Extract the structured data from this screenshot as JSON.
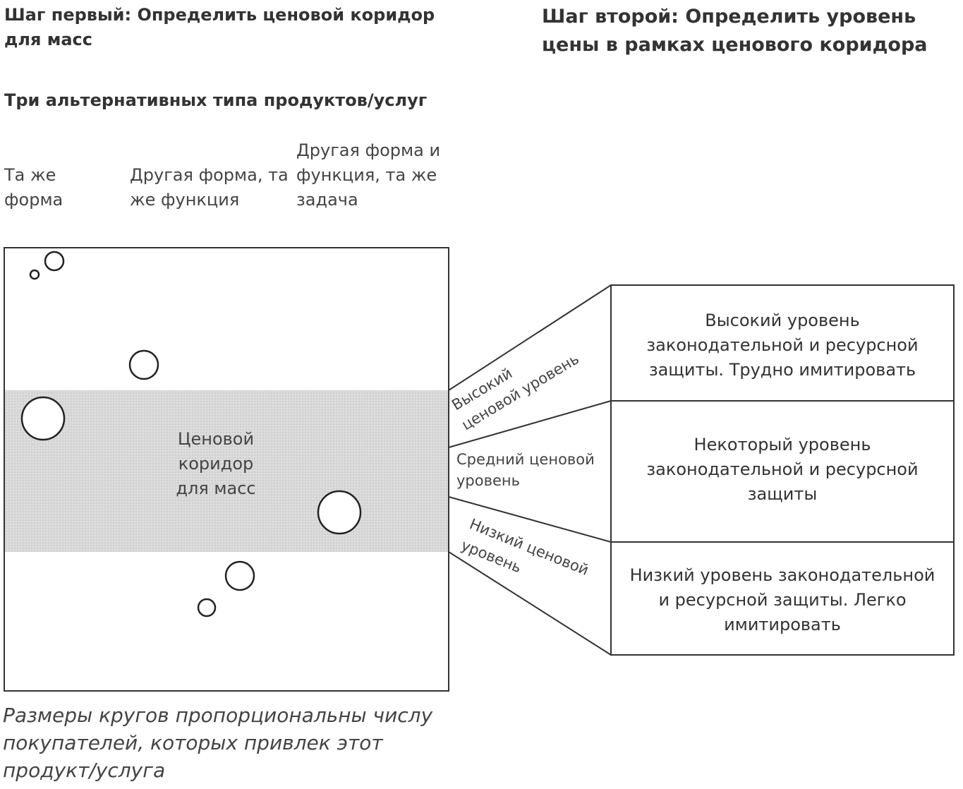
{
  "step1": {
    "title": "Шаг первый: Определить ценовой коридор для масс"
  },
  "step2": {
    "title": "Шаг второй: Определить уровень цены в рамках ценового коридора"
  },
  "subtitle": "Три альтернативных типа продуктов/услуг",
  "columns": [
    {
      "label": "Та же форма"
    },
    {
      "label": "Другая форма, та же функция"
    },
    {
      "label": "Другая форма и функция, та же задача"
    }
  ],
  "corridor": {
    "lines": [
      "Ценовой",
      "коридор",
      "для масс"
    ]
  },
  "levels": {
    "high": [
      "Высокий",
      "ценовой уровень"
    ],
    "mid": [
      "Средний ценовой",
      "уровень"
    ],
    "low": [
      "Низкий ценовой",
      "уровень"
    ]
  },
  "boxes": {
    "high": [
      "Высокий уровень",
      "законодательной и ресурсной",
      "защиты. Трудно имитировать"
    ],
    "mid": [
      "Некоторый уровень",
      "законодательной и ресурсной",
      "защиты"
    ],
    "low": [
      "Низкий уровень законодательной",
      "и ресурсной защиты. Легко",
      "имитировать"
    ]
  },
  "note": "Размеры кругов пропорциональны числу покупателей, которых привлек этот продукт/услуга",
  "colors": {
    "corridor_fill": "#d9d9d9",
    "stroke": "#333333"
  }
}
